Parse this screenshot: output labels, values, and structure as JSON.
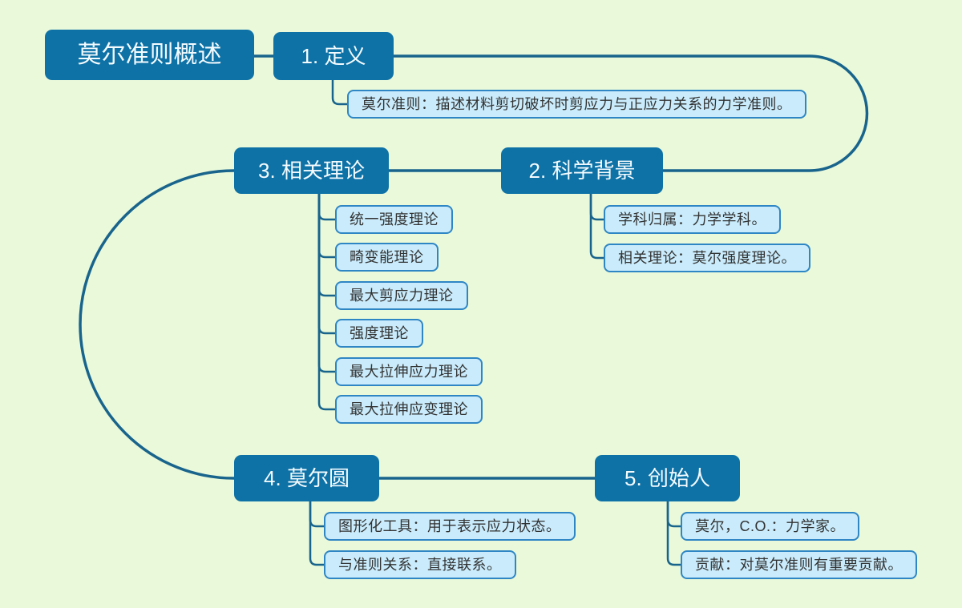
{
  "title": "莫尔准则概述",
  "colors": {
    "background": "#E9F9DA",
    "node_fill": "#0E72A6",
    "node_text": "#F4FBFF",
    "connector_line": "#19648C",
    "child_fill": "#C9EBFB",
    "child_border": "#2F86C4",
    "child_text": "#333333"
  },
  "root": {
    "label": "莫尔准则概述"
  },
  "branches": [
    {
      "label": "1. 定义",
      "children": [
        {
          "label": "莫尔准则：描述材料剪切破坏时剪应力与正应力关系的力学准则。"
        }
      ]
    },
    {
      "label": "2. 科学背景",
      "children": [
        {
          "label": "学科归属：力学学科。"
        },
        {
          "label": "相关理论：莫尔强度理论。"
        }
      ]
    },
    {
      "label": "3. 相关理论",
      "children": [
        {
          "label": "统一强度理论"
        },
        {
          "label": "畸变能理论"
        },
        {
          "label": "最大剪应力理论"
        },
        {
          "label": "强度理论"
        },
        {
          "label": "最大拉伸应力理论"
        },
        {
          "label": "最大拉伸应变理论"
        }
      ]
    },
    {
      "label": "4. 莫尔圆",
      "children": [
        {
          "label": "图形化工具：用于表示应力状态。"
        },
        {
          "label": "与准则关系：直接联系。"
        }
      ]
    },
    {
      "label": "5. 创始人",
      "children": [
        {
          "label": "莫尔，C.O.：力学家。"
        },
        {
          "label": "贡献：对莫尔准则有重要贡献。"
        }
      ]
    }
  ]
}
